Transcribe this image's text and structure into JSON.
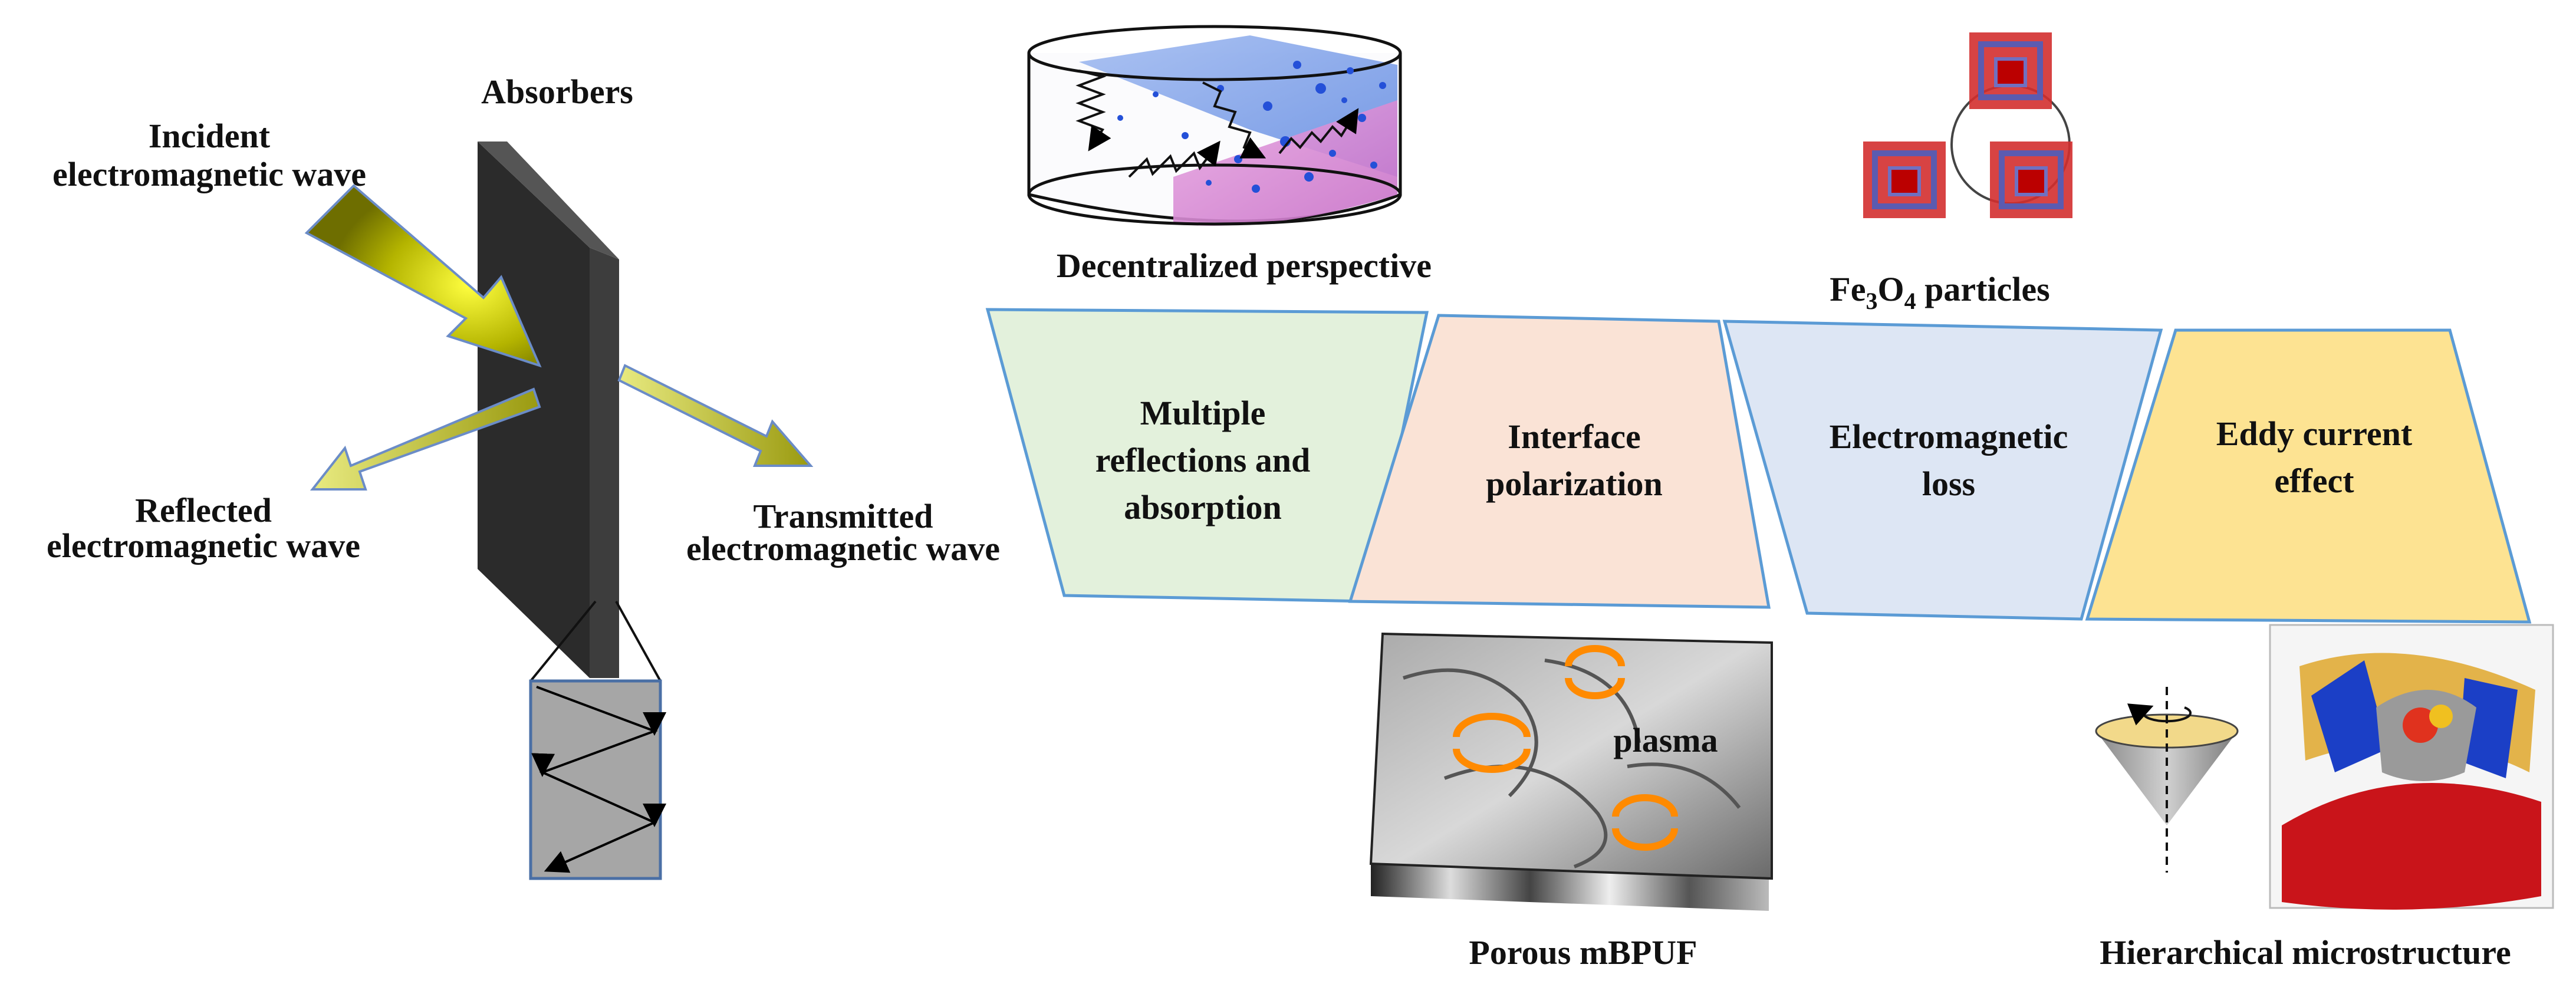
{
  "left": {
    "absorbers_label": "Absorbers",
    "incident_line1": "Incident",
    "incident_line2": "electromagnetic wave",
    "reflected_line1": "Reflected",
    "reflected_line2": "electromagnetic wave",
    "transmitted_line1": "Transmitted",
    "transmitted_line2": "electromagnetic wave"
  },
  "mechanisms": [
    {
      "line1": "Multiple",
      "line2": "reflections and",
      "line3": "absorption",
      "fill": "#e3f1dc"
    },
    {
      "line1": "Interface",
      "line2": "polarization",
      "fill": "#fae3d6"
    },
    {
      "line1": "Electromagnetic",
      "line2": "loss",
      "fill": "#dde6f4"
    },
    {
      "line1": "Eddy current",
      "line2": "effect",
      "fill": "#fde392"
    }
  ],
  "images": {
    "decentralized_label": "Decentralized perspective",
    "fe3o4_main": "Fe",
    "fe3o4_sub1": "3",
    "fe3o4_mid": "O",
    "fe3o4_sub2": "4",
    "fe3o4_tail": " particles",
    "porous_label": "Porous mBPUF",
    "plasma_label": "plasma",
    "hierarchical_label": "Hierarchical microstructure"
  },
  "colors": {
    "box_stroke": "#5b9bd5",
    "arrow_yellow": "#c8c800",
    "absorber_dark": "#2b2b2b"
  }
}
